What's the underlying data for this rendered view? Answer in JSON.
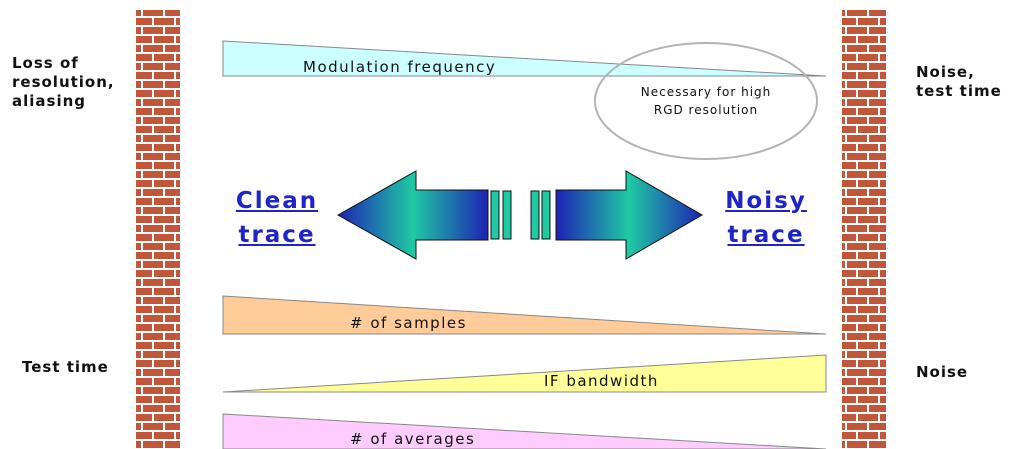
{
  "left_labels": {
    "top": "Loss of\nresolution,\naliasing",
    "bottom": "Test time"
  },
  "right_labels": {
    "top": "Noise,\ntest time",
    "bottom": "Noise"
  },
  "wedges": [
    {
      "label": "Modulation frequency",
      "color": "#ccffff"
    },
    {
      "label": "# of samples",
      "color": "#ffcc99"
    },
    {
      "label": "IF bandwidth",
      "color": "#ffff99"
    },
    {
      "label": "# of averages",
      "color": "#ffccff"
    }
  ],
  "callout": {
    "text": "Necessary for high\nRGD resolution"
  },
  "arrow": {
    "left_label": "Clean\ntrace",
    "right_label": "Noisy\ntrace"
  },
  "colors": {
    "brick": "#c1563a",
    "mortar": "#ffffff",
    "arrow_dark": "#1e22b4",
    "arrow_light": "#1fc9a4",
    "label_blue": "#1f24c8"
  }
}
